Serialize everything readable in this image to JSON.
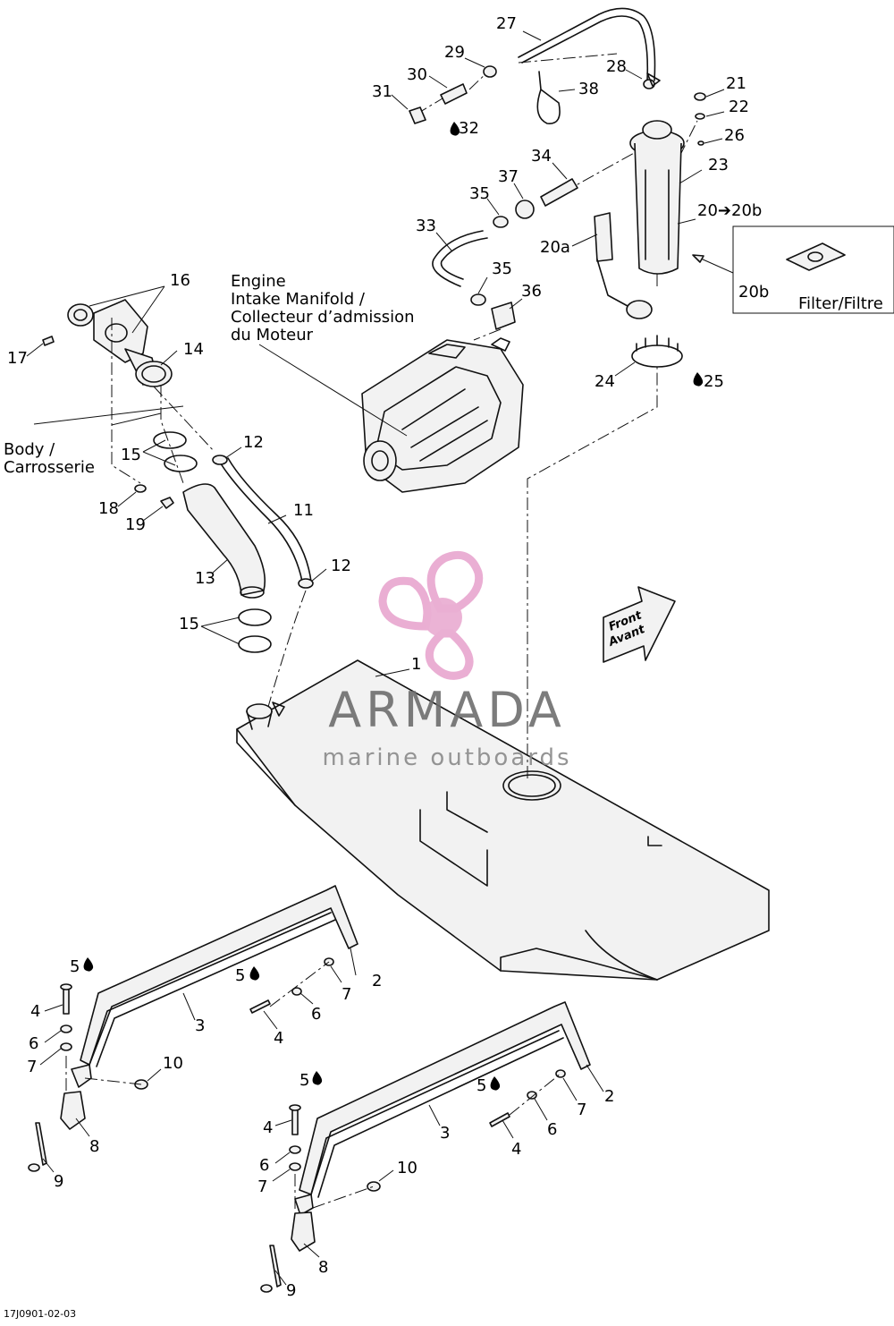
{
  "diagram": {
    "part_labels": [
      {
        "id": "1",
        "text": "1"
      },
      {
        "id": "2a",
        "text": "2"
      },
      {
        "id": "2b",
        "text": "2"
      },
      {
        "id": "3a",
        "text": "3"
      },
      {
        "id": "3b",
        "text": "3"
      },
      {
        "id": "4a",
        "text": "4"
      },
      {
        "id": "4b",
        "text": "4"
      },
      {
        "id": "4c",
        "text": "4"
      },
      {
        "id": "4d",
        "text": "4"
      },
      {
        "id": "5a",
        "text": "5"
      },
      {
        "id": "5b",
        "text": "5"
      },
      {
        "id": "5c",
        "text": "5"
      },
      {
        "id": "5d",
        "text": "5"
      },
      {
        "id": "6a",
        "text": "6"
      },
      {
        "id": "6b",
        "text": "6"
      },
      {
        "id": "6c",
        "text": "6"
      },
      {
        "id": "6d",
        "text": "6"
      },
      {
        "id": "7a",
        "text": "7"
      },
      {
        "id": "7b",
        "text": "7"
      },
      {
        "id": "7c",
        "text": "7"
      },
      {
        "id": "7d",
        "text": "7"
      },
      {
        "id": "8a",
        "text": "8"
      },
      {
        "id": "8b",
        "text": "8"
      },
      {
        "id": "9a",
        "text": "9"
      },
      {
        "id": "9b",
        "text": "9"
      },
      {
        "id": "10a",
        "text": "10"
      },
      {
        "id": "10b",
        "text": "10"
      },
      {
        "id": "11",
        "text": "11"
      },
      {
        "id": "12a",
        "text": "12"
      },
      {
        "id": "12b",
        "text": "12"
      },
      {
        "id": "13",
        "text": "13"
      },
      {
        "id": "14",
        "text": "14"
      },
      {
        "id": "15a",
        "text": "15"
      },
      {
        "id": "15b",
        "text": "15"
      },
      {
        "id": "16",
        "text": "16"
      },
      {
        "id": "17",
        "text": "17"
      },
      {
        "id": "18",
        "text": "18"
      },
      {
        "id": "19",
        "text": "19"
      },
      {
        "id": "20",
        "text": "20➔20b"
      },
      {
        "id": "20a",
        "text": "20a"
      },
      {
        "id": "20b",
        "text": "20b"
      },
      {
        "id": "21",
        "text": "21"
      },
      {
        "id": "22",
        "text": "22"
      },
      {
        "id": "23",
        "text": "23"
      },
      {
        "id": "24",
        "text": "24"
      },
      {
        "id": "25",
        "text": "25"
      },
      {
        "id": "26",
        "text": "26"
      },
      {
        "id": "27",
        "text": "27"
      },
      {
        "id": "28",
        "text": "28"
      },
      {
        "id": "29",
        "text": "29"
      },
      {
        "id": "30",
        "text": "30"
      },
      {
        "id": "31",
        "text": "31"
      },
      {
        "id": "32",
        "text": "32"
      },
      {
        "id": "33",
        "text": "33"
      },
      {
        "id": "34",
        "text": "34"
      },
      {
        "id": "35a",
        "text": "35"
      },
      {
        "id": "35b",
        "text": "35"
      },
      {
        "id": "36",
        "text": "36"
      },
      {
        "id": "37",
        "text": "37"
      },
      {
        "id": "38",
        "text": "38"
      }
    ],
    "annotations": {
      "engine_line1": "Engine",
      "engine_line2": "Intake Manifold /",
      "engine_line3": "Collecteur d’admission",
      "engine_line4": "du Moteur",
      "body_line1": "Body /",
      "body_line2": "Carrosserie",
      "filter": "Filter/Filtre",
      "front_line1": "Front",
      "front_line2": "Avant"
    },
    "drawing_code": "17J0901-02-03"
  },
  "watermark": {
    "brand": "ARMADA",
    "tagline": "marine outboards",
    "color": "#e8a6cf"
  }
}
